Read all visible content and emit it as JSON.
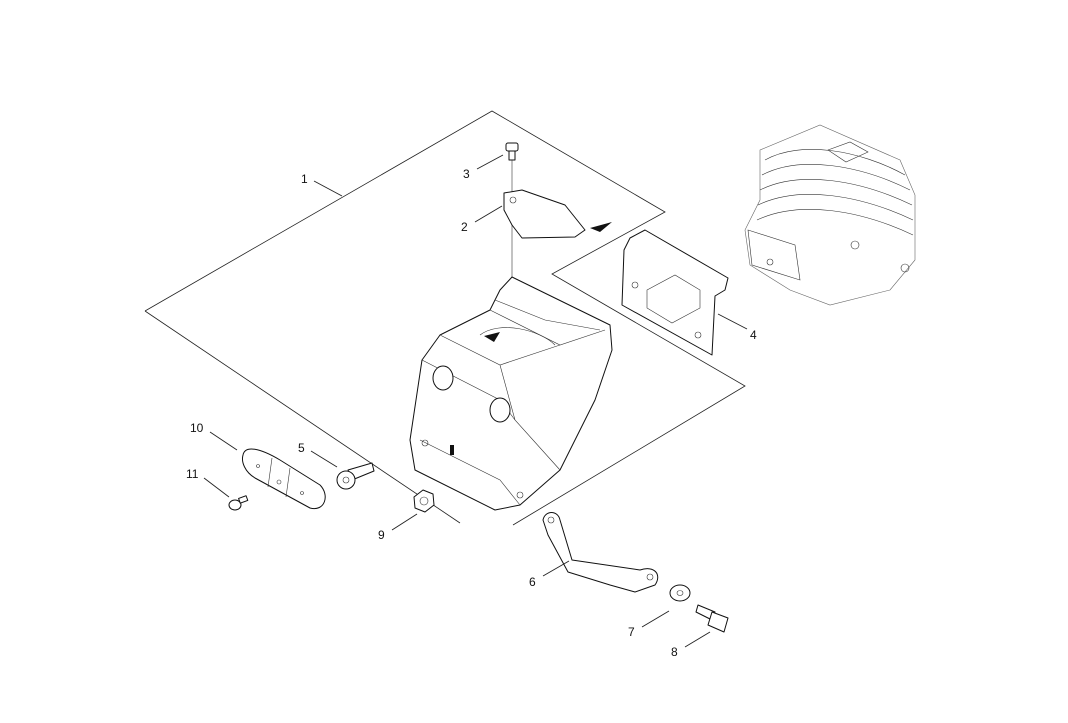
{
  "diagram": {
    "type": "exploded-parts-diagram",
    "callouts": [
      {
        "id": "1",
        "label": "1"
      },
      {
        "id": "2",
        "label": "2"
      },
      {
        "id": "3",
        "label": "3"
      },
      {
        "id": "4",
        "label": "4"
      },
      {
        "id": "5",
        "label": "5"
      },
      {
        "id": "6",
        "label": "6"
      },
      {
        "id": "7",
        "label": "7"
      },
      {
        "id": "8",
        "label": "8"
      },
      {
        "id": "9",
        "label": "9"
      },
      {
        "id": "10",
        "label": "10"
      },
      {
        "id": "11",
        "label": "11"
      }
    ],
    "colors": {
      "line": "#111111",
      "background": "#ffffff"
    }
  }
}
